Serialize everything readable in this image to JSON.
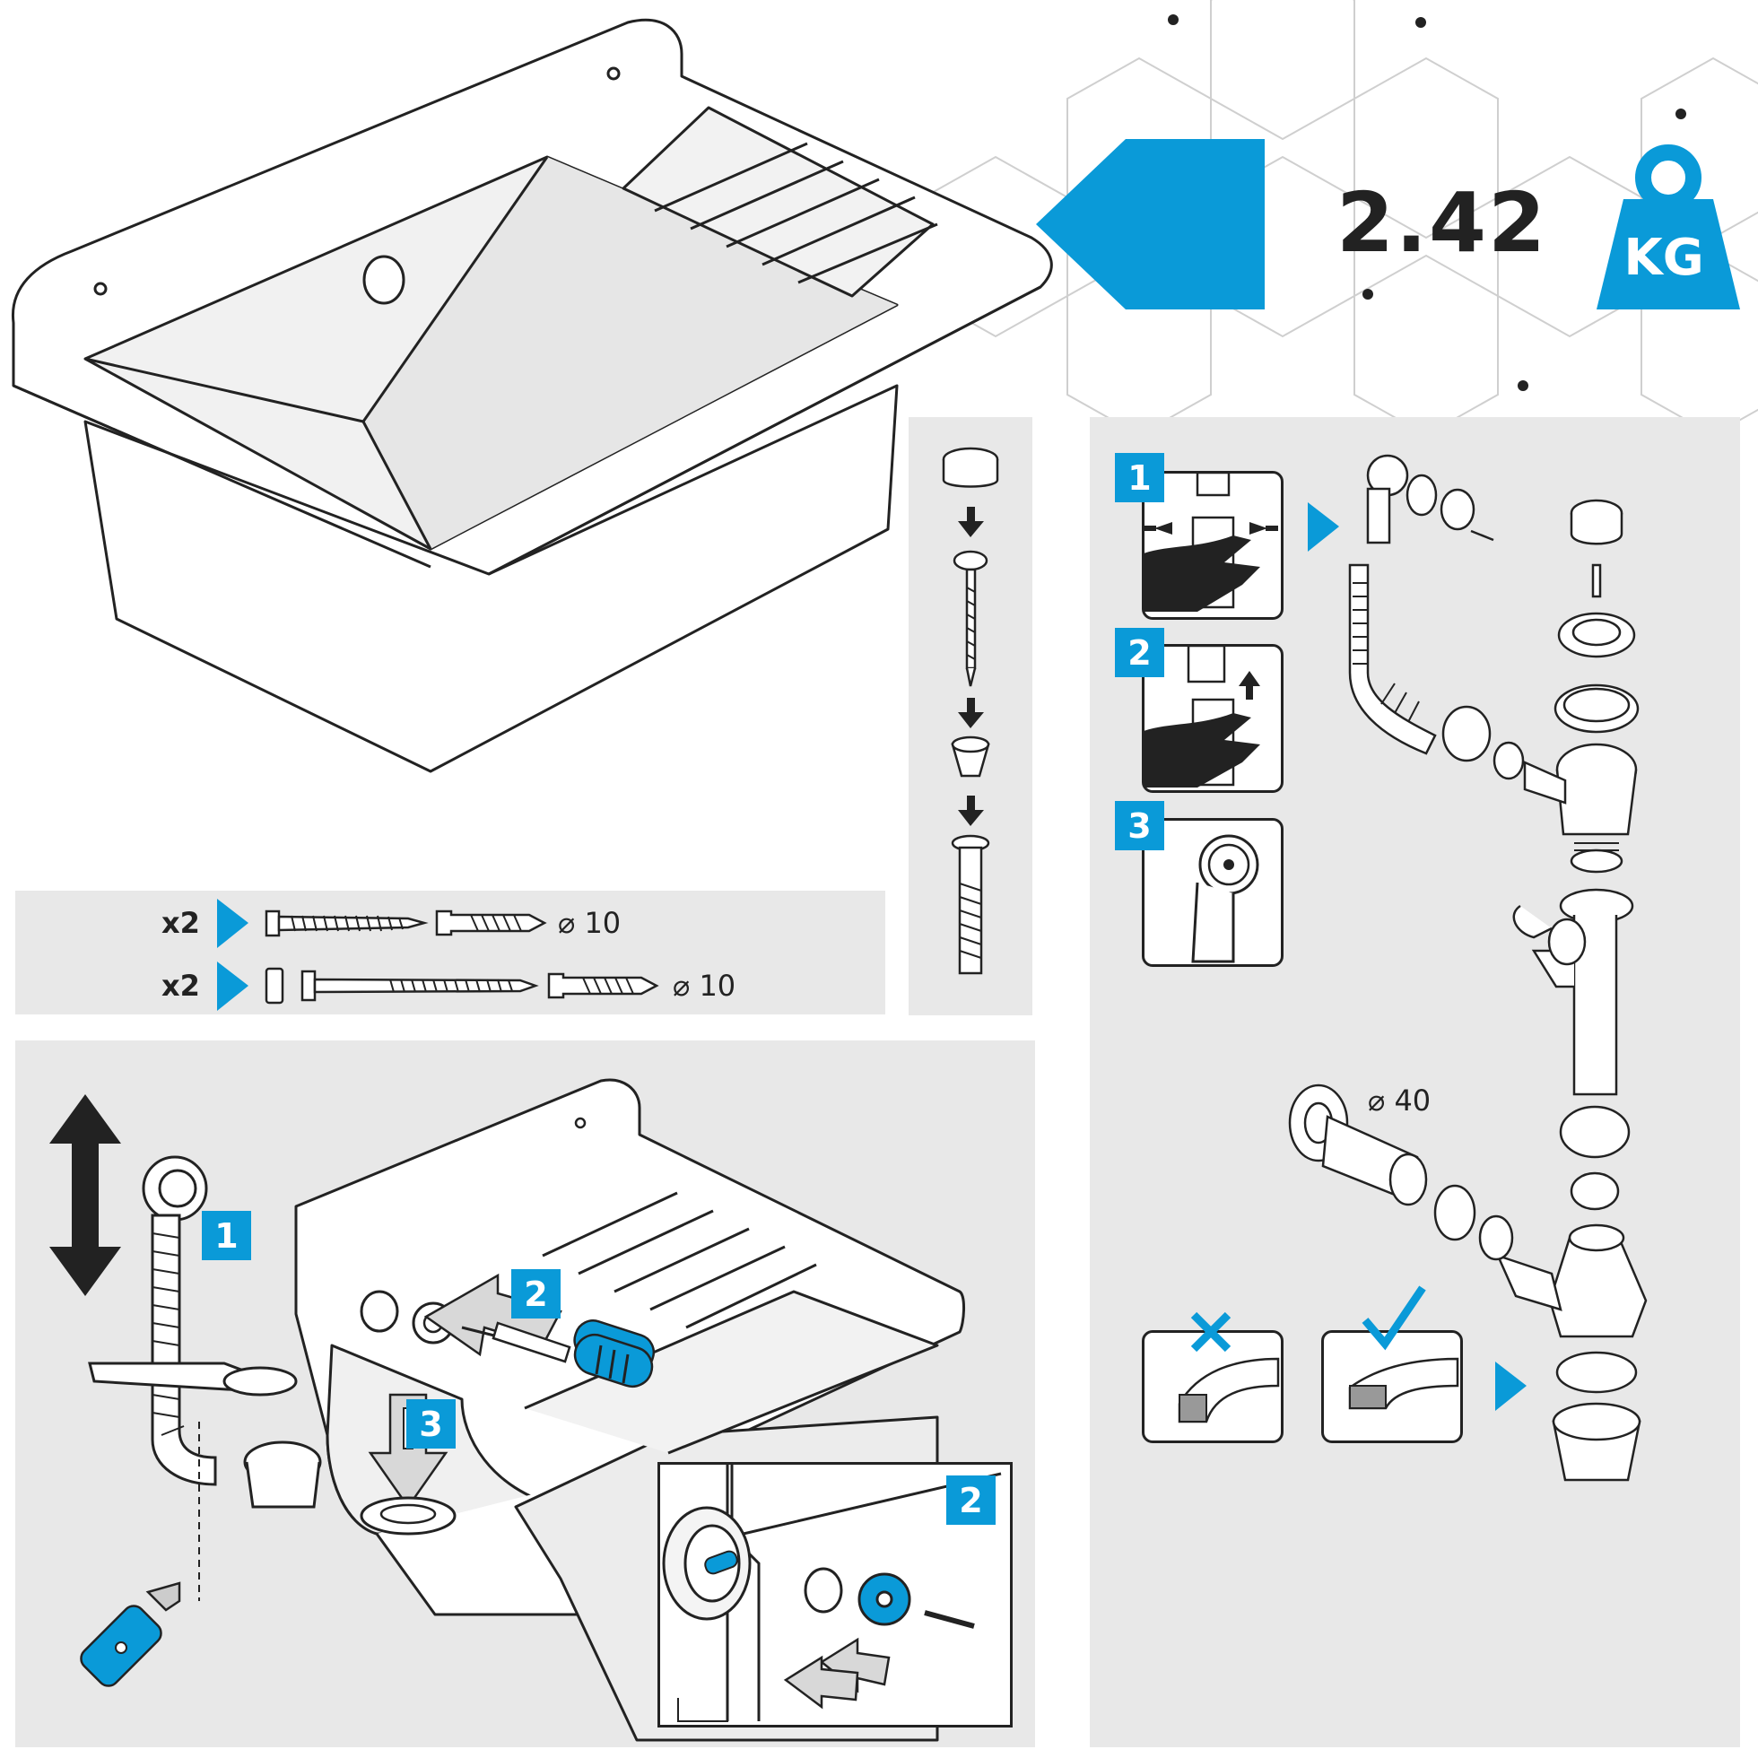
{
  "weight": {
    "value": "2.42",
    "unit": "KG"
  },
  "fixings": {
    "row1": {
      "quantity": "x2",
      "diameter": "⌀ 10"
    },
    "row2": {
      "quantity": "x2",
      "diameter": "⌀ 10"
    }
  },
  "waste_diameter": "⌀ 40",
  "step_badges": {
    "overflow_1": "1",
    "overflow_2": "2",
    "overflow_3": "3",
    "install_1": "1",
    "install_2": "2",
    "install_3": "3",
    "detail_2": "2"
  },
  "colors": {
    "accent": "#0a9ad8",
    "panel": "#e8e8e8",
    "line": "#222222"
  },
  "icons": [
    "weight-icon",
    "arrow-left-icon",
    "arrow-right-icon",
    "arrow-down-icon",
    "double-arrow-icon",
    "screwdriver-icon",
    "cross-icon",
    "check-icon",
    "cutter-knife-icon"
  ]
}
